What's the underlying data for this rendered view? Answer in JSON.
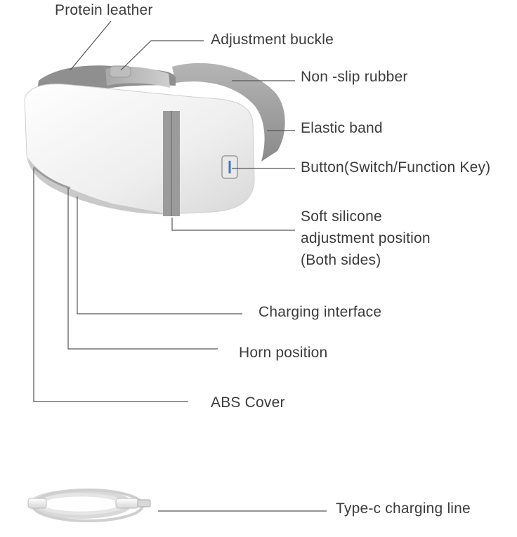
{
  "labels": {
    "protein_leather": "Protein leather",
    "adjustment_buckle": "Adjustment buckle",
    "non_slip_rubber": "Non -slip rubber",
    "elastic_band": "Elastic band",
    "button": "Button(Switch/Function Key)",
    "soft_silicone": [
      "Soft silicone",
      "adjustment position",
      "(Both sides)"
    ],
    "charging_interface": "Charging interface",
    "horn_position": "Horn position",
    "abs_cover": "ABS Cover",
    "type_c_line": "Type-c charging line"
  },
  "colors": {
    "line": "#555555",
    "text": "#3c3c3c",
    "shell": "#f2f2f2",
    "band": "#9a9a9a",
    "leather": "#8e8e8e"
  }
}
